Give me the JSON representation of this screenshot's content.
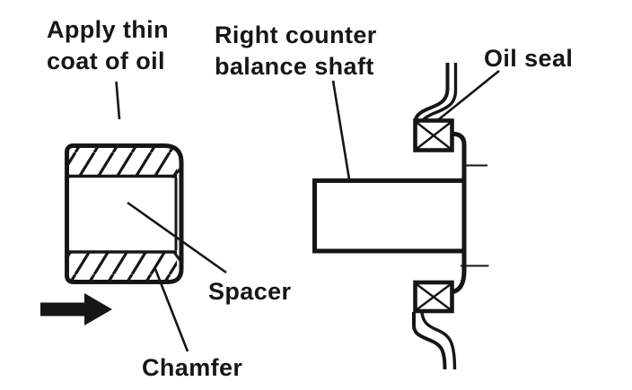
{
  "colors": {
    "ink": "#161616",
    "paper": "#ffffff"
  },
  "labels": {
    "apply_oil": {
      "line1": "Apply thin",
      "line2": "coat of oil"
    },
    "counter_shaft": {
      "line1": "Right counter",
      "line2": "balance shaft"
    },
    "oil_seal": "Oil seal",
    "spacer": "Spacer",
    "chamfer": "Chamfer"
  }
}
